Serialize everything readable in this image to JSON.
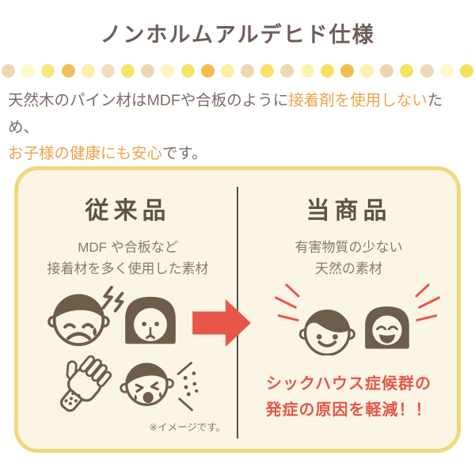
{
  "title": "ノンホルムアルデヒド仕様",
  "dots": [
    "#ecd8b2",
    "#fdf9cf",
    "#f8e87e",
    "#f0c158",
    "#faf0a8",
    "#f0debd",
    "#f7e467",
    "#ebd7b3",
    "#fcf6c0",
    "#f7e466",
    "#efbe4e",
    "#faf0a2",
    "#ecd8b2",
    "#f7e466",
    "#ecd9b6",
    "#fbf3b1",
    "#f6e260",
    "#efbe4e",
    "#fbf2ae",
    "#ebd6af",
    "#f6e262",
    "#ecd9b8",
    "#fdf8c9",
    "#f5e15c"
  ],
  "intro": {
    "l1s1": "天然木のパイン材はMDFや合板のように",
    "l1s2": "接着剤を使用しない",
    "l1s3": "ため、",
    "l2s1": "お子様の健康にも安心",
    "l2s2": "です。"
  },
  "panel": {
    "left": {
      "header": "従来品",
      "desc1": "MDF や合板など",
      "desc2": "接着材を多く使用した素材",
      "note": "※イメージです。",
      "icons": [
        "sad-boy-headache",
        "sad-girl",
        "rash-hand",
        "sneezing-boy"
      ]
    },
    "right": {
      "header": "当商品",
      "desc1": "有害物質の少ない",
      "desc2": "天然の素材",
      "highlight1": "シックハウス症候群の",
      "highlight2": "発症の原因を軽減！！",
      "icons": [
        "happy-boy",
        "happy-girl",
        "emphasis-rays"
      ]
    },
    "arrow_icon": "red-arrow-right"
  },
  "colors": {
    "title_brown": "#6F5D58",
    "text_brown": "#7C6C66",
    "accent_orange": "#F0A24C",
    "header_brown": "#5D5347",
    "desc_gray": "#8A7A6B",
    "icon_brown": "#6F5D4B",
    "red": "#E8564A",
    "panel_bg": "#FAF5E4",
    "panel_border": "#EFD97F",
    "divider": "#55544C"
  }
}
